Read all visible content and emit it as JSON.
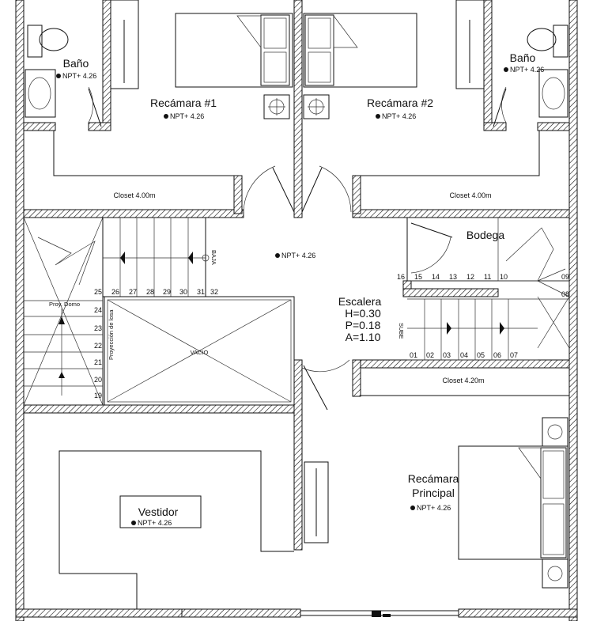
{
  "rooms": {
    "bano_left": "Baño",
    "bano_right": "Baño",
    "recamara1": "Recámara #1",
    "recamara2": "Recámara #2",
    "bodega": "Bodega",
    "escalera": "Escalera",
    "esc_h": "H=0.30",
    "esc_p": "P=0.18",
    "esc_a": "A=1.10",
    "vestidor": "Vestidor",
    "principal_1": "Recámara",
    "principal_2": "Principal"
  },
  "levels": {
    "npt": "NPT+ 4.26"
  },
  "closets": {
    "left": "Closet 4.00m",
    "right": "Closet 4.00m",
    "principal": "Closet 4.20m"
  },
  "stairs_notes": {
    "baja": "BAJA",
    "sube": "SUBE",
    "proy_domo": "Proy. Domo",
    "proy_losa": "Proyección de losa",
    "vacio": "VACIO"
  },
  "steps_upper_left": [
    "25",
    "26",
    "27",
    "28",
    "29",
    "30",
    "31",
    "32"
  ],
  "steps_left_column": [
    "24",
    "23",
    "22",
    "21",
    "20",
    "19"
  ],
  "steps_upper_right": [
    "16",
    "15",
    "14",
    "13",
    "12",
    "11",
    "10"
  ],
  "steps_right_side": [
    "09",
    "08"
  ],
  "steps_lower_right": [
    "01",
    "02",
    "03",
    "04",
    "05",
    "06",
    "07"
  ]
}
